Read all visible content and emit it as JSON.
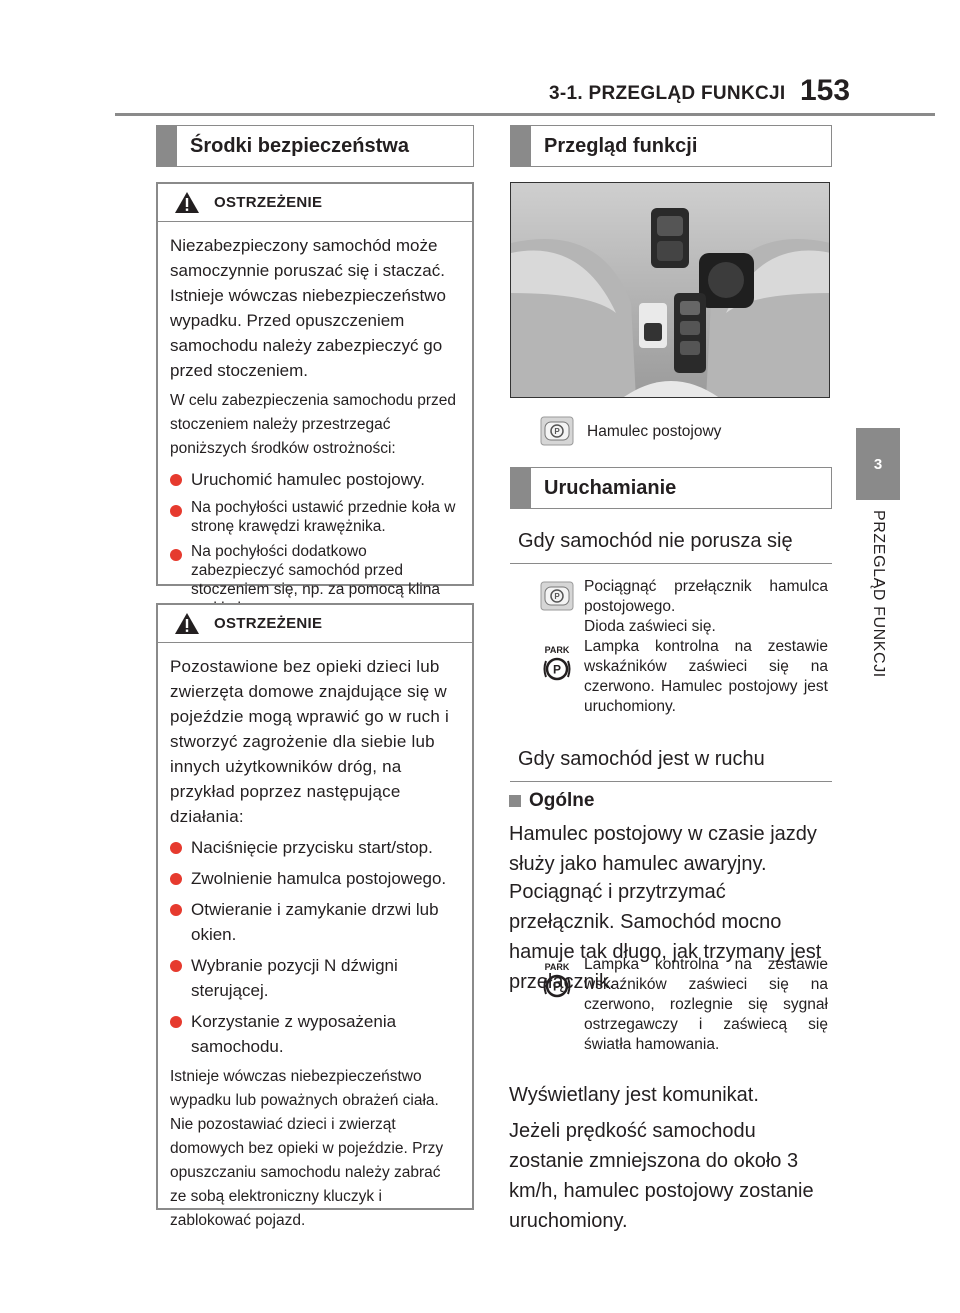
{
  "header": {
    "title": "3-1. PRZEGLĄD FUNKCJI",
    "page_number": "153"
  },
  "side_tab": {
    "number": "3",
    "label": "PRZEGLĄD FUNKCJI"
  },
  "left": {
    "section_title": "Środki bezpieczeństwa",
    "warning1": {
      "title": "OSTRZEŻENIE",
      "p1": "Niezabezpieczony samochód może samoczynnie poruszać się i staczać. Istnieje wówczas niebezpieczeństwo wypadku. Przed opuszczeniem samochodu należy zabezpieczyć go przed stoczeniem.",
      "p2": "W celu zabezpieczenia samochodu przed stoczeniem należy przestrzegać poniższych środków ostrożności:",
      "bullets": [
        "Uruchomić hamulec postojowy.",
        "Na pochyłości ustawić przednie koła w stronę krawędzi krawężnika.",
        "Na pochyłości dodatkowo zabezpieczyć samochód przed stoczeniem się, np. za pomocą klina pod koła."
      ]
    },
    "warning2": {
      "title": "OSTRZEŻENIE",
      "p1": "Pozostawione bez opieki dzieci lub zwierzęta domowe znajdujące się w pojeździe mogą wprawić go w ruch i stworzyć zagrożenie dla siebie lub innych użytkowników dróg, na przykład poprzez następujące działania:",
      "bullets": [
        "Naciśnięcie przycisku start/stop.",
        "Zwolnienie hamulca postojowego.",
        "Otwieranie i zamykanie drzwi lub okien.",
        "Wybranie pozycji N dźwigni sterującej.",
        "Korzystanie z wyposażenia samochodu."
      ],
      "p2": "Istnieje wówczas niebezpieczeństwo wypadku lub poważnych obrażeń ciała. Nie pozostawiać dzieci i zwierząt domowych bez opieki w pojeździe. Przy opuszczaniu samochodu należy zabrać ze sobą elektroniczny kluczyk i zablokować pojazd."
    }
  },
  "right": {
    "section_title": "Przegląd funkcji",
    "photo_caption": "Hamulec postojowy",
    "section2_title": "Uruchamianie",
    "sub1": "Gdy samochód nie porusza się",
    "sub1_text": "Pociągnąć przełącznik hamulca postojowego.",
    "sub1_led": "Dioda zaświeci się.",
    "sub1_lamp": "Lampka kontrolna na zestawie wskaźników zaświeci się na czerwono. Hamulec postojowy jest uruchomiony.",
    "sub2": "Gdy samochód jest w ruchu",
    "ogolne": "Ogólne",
    "para1": "Hamulec postojowy w czasie jazdy służy jako hamulec awaryjny.",
    "para2": "Pociągnąć i przytrzymać przełącznik. Samochód mocno hamuje tak długo, jak trzymany jest przełącznik.",
    "lamp2": "Lampka kontrolna na zestawie wskaźników zaświeci się na czerwono, rozlegnie się sygnał ostrzegawczy i zaświecą się światła hamowania.",
    "para3": "Wyświetlany jest komunikat.",
    "para4": "Jeżeli prędkość samochodu zostanie zmniejszona do około 3 km/h, hamulec postojowy zostanie uruchomiony.",
    "park_icon_text": "PARK"
  },
  "colors": {
    "accent_gray": "#8a8a8a",
    "bullet_red": "#e63a2e",
    "text": "#231f20"
  },
  "icons": [
    "warning-triangle-icon",
    "parking-brake-icon",
    "park-indicator-icon",
    "gray-square-icon"
  ]
}
